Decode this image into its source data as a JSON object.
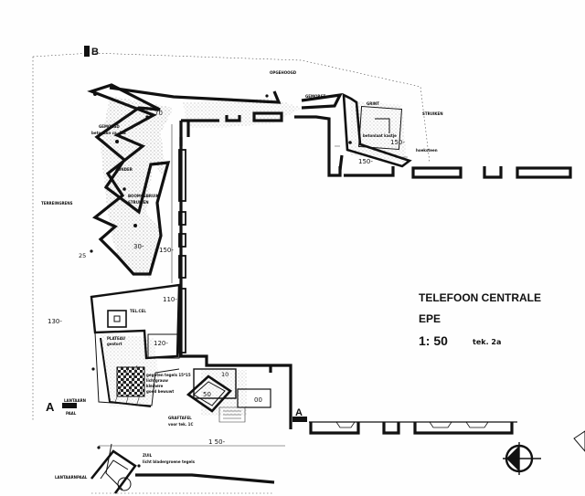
{
  "title_block": {
    "title": "TELEFOON CENTRALE",
    "place": "EPE",
    "scale": "1: 50",
    "sheet": "tek. 2a"
  },
  "section_markers": {
    "a_left": "A",
    "a_right": "A",
    "b": "B"
  },
  "dimensions": {
    "d70": "70",
    "d30": "30-",
    "d150_mid": "150-",
    "d25": "25",
    "d110": "110-",
    "d130": "130-",
    "d120": "120-",
    "d50": "50",
    "d00": "00",
    "d150_bottom": "1 50-",
    "d150_right": "150-",
    "d150_tr": "150-",
    "d10": "10"
  },
  "labels": {
    "opgehoogd": "OPGEHOOGD",
    "gemorst": "GEMORST",
    "grint": "GRINT",
    "struiken_tr": "STRUIKEN",
    "leuning_a": "GEMORSD",
    "leuning_b": "betonkon ca. 1:4",
    "zonder": "ZONDER",
    "boompanel": "BOOMGEBRUIK",
    "struiken_l": "STRUIKEN",
    "terreinlijn": "TERREINGRENS",
    "telcel": "TEL.CEL",
    "plateau_a": "PLATEAU",
    "plateau_b": "gestort",
    "tegel_a": "gegoten tegels 15*15",
    "tegel_b": "lichtgrauw",
    "tegel_c": "kleinere",
    "tegel_d": "goed bewuwt",
    "graftafel_a": "GRAFTAFEL",
    "graftafel_b": "voor tek. 1C",
    "paal_a": "LANTAARN",
    "paal_b": "PAAL",
    "zuil_a": "ZUIL",
    "zuil_b": "licht bladergroene tegels",
    "lantaarnpaal_b": "LANTAARNPAAL",
    "kast_a": "betonlaat kastje",
    "kast_b": "hoeksteen"
  }
}
